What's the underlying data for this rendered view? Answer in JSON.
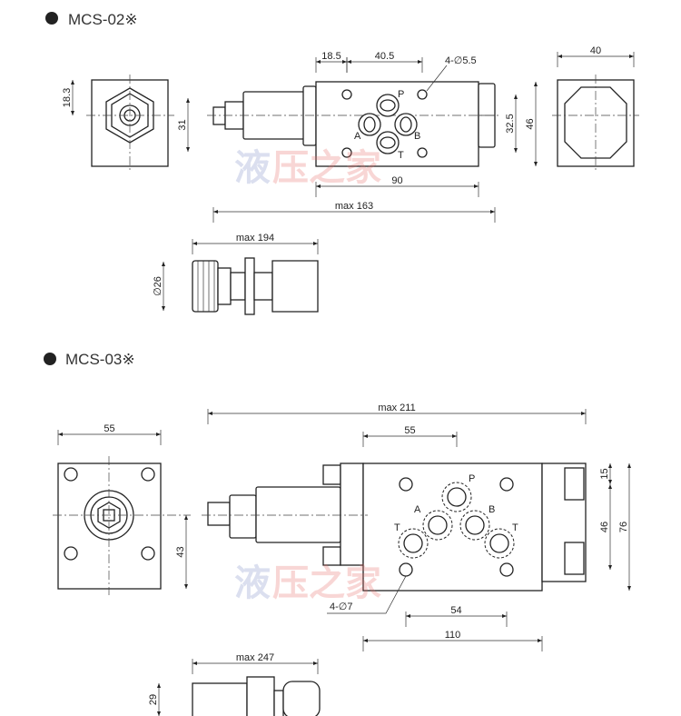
{
  "sections": [
    {
      "title": "MCS-02※",
      "dims": {
        "d18_3": "18.3",
        "d18_5": "18.5",
        "d40_5": "40.5",
        "holes": "4-∅5.5",
        "d31": "31",
        "d32_5": "32.5",
        "d46": "46",
        "d90": "90",
        "max163": "max 163",
        "d40": "40",
        "max194": "max 194",
        "d26": "∅26"
      },
      "ports": {
        "p": "P",
        "a": "A",
        "b": "B",
        "t": "T"
      }
    },
    {
      "title": "MCS-03※",
      "dims": {
        "d55a": "55",
        "d43": "43",
        "max211": "max 211",
        "d55b": "55",
        "d15": "15",
        "d46": "46",
        "d76": "76",
        "d54": "54",
        "d110": "110",
        "holes": "4-∅7",
        "max247": "max 247",
        "d29": "29"
      },
      "ports": {
        "p": "P",
        "a": "A",
        "b": "B",
        "t1": "T",
        "t2": "T"
      }
    }
  ],
  "watermark": "液压之家",
  "colors": {
    "line": "#222222",
    "watermark_blue": "#7f8fc8",
    "watermark_red": "#e8706a"
  }
}
